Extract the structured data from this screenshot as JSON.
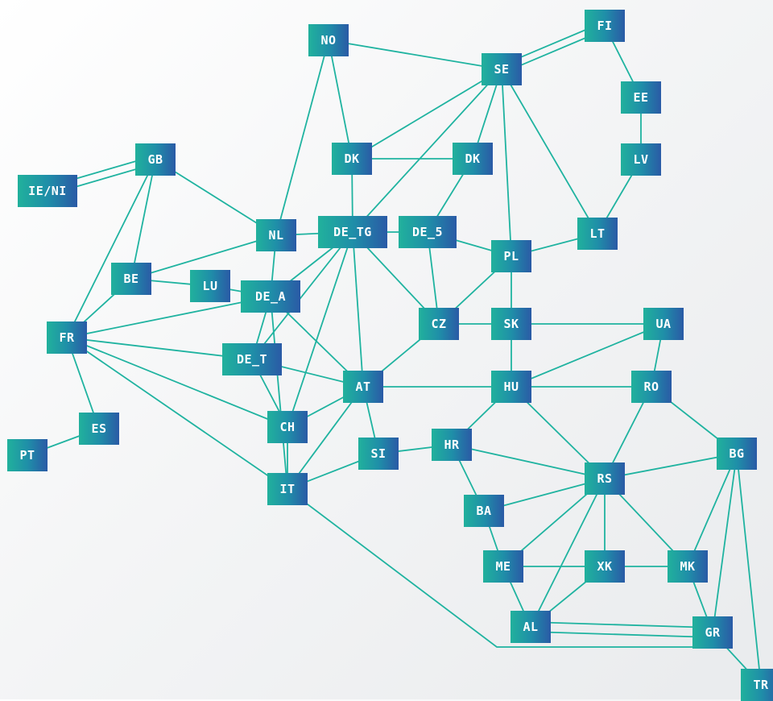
{
  "colors": {
    "edge": "#1fb3a0",
    "node_start": "#21b19c",
    "node_end": "#2a5aa6",
    "node_text": "#ffffff"
  },
  "nodes": {
    "NO": "NO",
    "SE": "SE",
    "FI": "FI",
    "EE": "EE",
    "LV": "LV",
    "LT": "LT",
    "GB": "GB",
    "IE_NI": "IE/NI",
    "NL": "NL",
    "DE_TG": "DE_TG",
    "DE_5": "DE_5",
    "DK_W": "DK",
    "DK_E": "DK",
    "PL": "PL",
    "BE": "BE",
    "LU": "LU",
    "DE_A": "DE_A",
    "FR": "FR",
    "DE_T": "DE_T",
    "CZ": "CZ",
    "SK": "SK",
    "UA": "UA",
    "AT": "AT",
    "HU": "HU",
    "RO": "RO",
    "ES": "ES",
    "PT": "PT",
    "CH": "CH",
    "SI": "SI",
    "HR": "HR",
    "BG": "BG",
    "IT": "IT",
    "RS": "RS",
    "BA": "BA",
    "ME": "ME",
    "XK": "XK",
    "MK": "MK",
    "AL": "AL",
    "GR": "GR",
    "TR": "TR"
  }
}
